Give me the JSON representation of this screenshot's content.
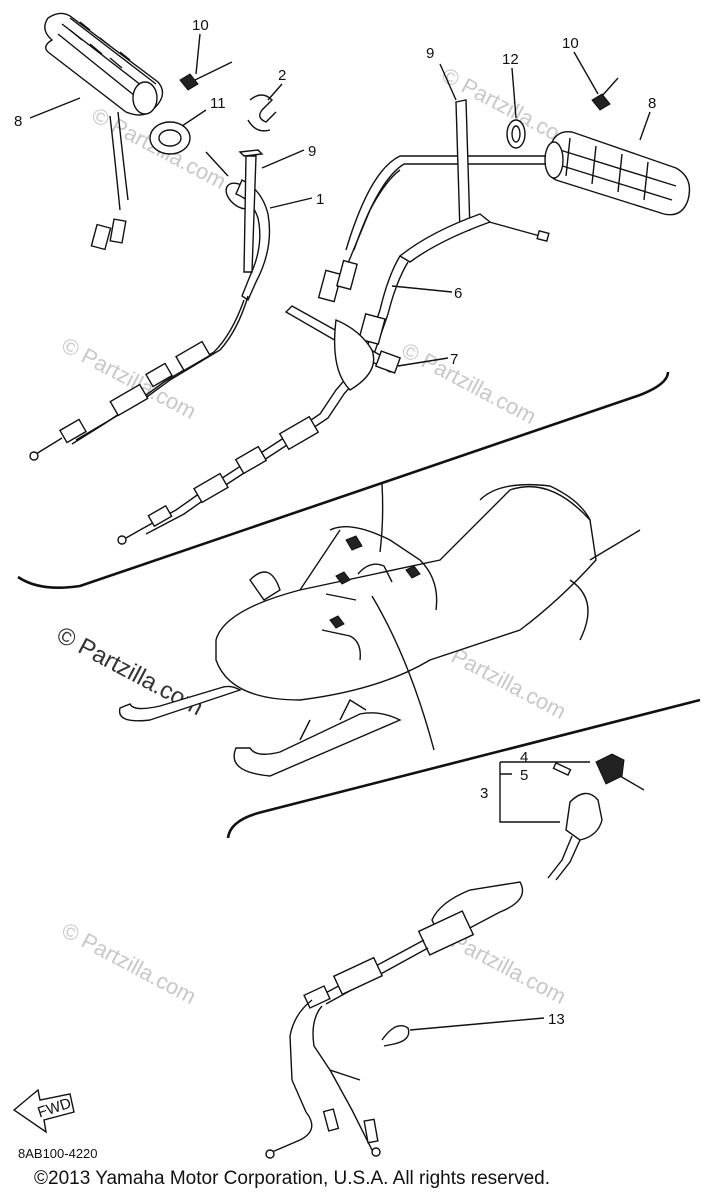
{
  "callouts": [
    {
      "id": "c10a",
      "text": "10"
    },
    {
      "id": "c2",
      "text": "2"
    },
    {
      "id": "c8a",
      "text": "8"
    },
    {
      "id": "c11",
      "text": "11"
    },
    {
      "id": "c9a",
      "text": "9"
    },
    {
      "id": "c1",
      "text": "1"
    },
    {
      "id": "c9b",
      "text": "9"
    },
    {
      "id": "c12",
      "text": "12"
    },
    {
      "id": "c10b",
      "text": "10"
    },
    {
      "id": "c8b",
      "text": "8"
    },
    {
      "id": "c6",
      "text": "6"
    },
    {
      "id": "c7",
      "text": "7"
    },
    {
      "id": "c4",
      "text": "4"
    },
    {
      "id": "c5",
      "text": "5"
    },
    {
      "id": "c3",
      "text": "3"
    },
    {
      "id": "c13",
      "text": "13"
    }
  ],
  "watermarks": {
    "small": "© Partzilla.com",
    "center": "© Partzilla.com"
  },
  "fwd_label": "FWD",
  "diagram_code": "8AB100-4220",
  "copyright": "©2013 Yamaha Motor Corporation, U.S.A. All rights reserved."
}
